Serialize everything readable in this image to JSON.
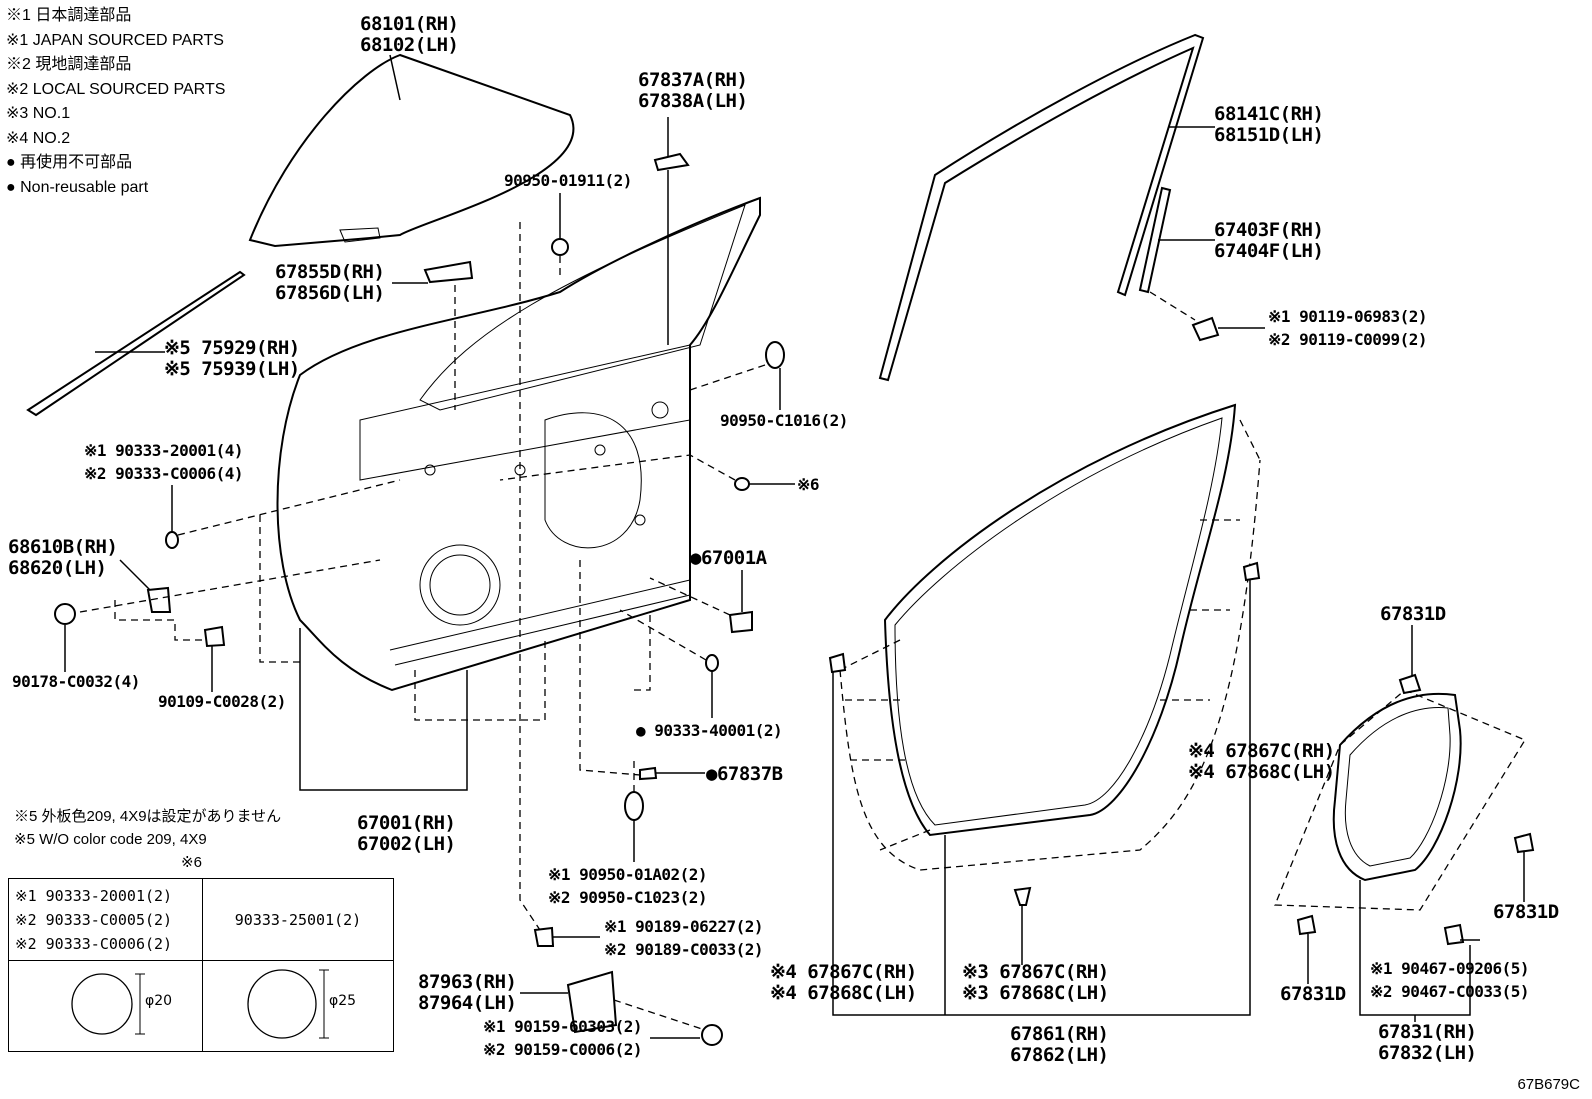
{
  "legend": [
    "※1 日本調達部品",
    "※1 JAPAN SOURCED PARTS",
    "※2 現地調達部品",
    "※2 LOCAL SOURCED PARTS",
    "※3 NO.1",
    "※4 NO.2",
    "● 再使用不可部品",
    "● Non-reusable part"
  ],
  "note5": [
    "※5 外板色209, 4X9は設定がありません",
    "※5 W/O color code 209, 4X9"
  ],
  "table6": {
    "title": "※6",
    "left_parts": [
      "※1 90333-20001(2)",
      "※2 90333-C0005(2)",
      "※2 90333-C0006(2)"
    ],
    "right_part": "90333-25001(2)",
    "left_dim": "φ20",
    "right_dim": "φ25"
  },
  "labels": {
    "p68101": [
      "68101(RH)",
      "68102(LH)"
    ],
    "p67837a": [
      "67837A(RH)",
      "67838A(LH)"
    ],
    "p90950_01911": "90950-01911(2)",
    "p67855d": [
      "67855D(RH)",
      "67856D(LH)"
    ],
    "p75929": [
      "※5 75929(RH)",
      "※5 75939(LH)"
    ],
    "p90950_c1016": "90950-C1016(2)",
    "p90333_20001": [
      "※1 90333-20001(4)",
      "※2 90333-C0006(4)"
    ],
    "p6": "※6",
    "p68610b": [
      "68610B(RH)",
      "68620(LH)"
    ],
    "p67001a": "●67001A",
    "p90178": "90178-C0032(4)",
    "p90109": "90109-C0028(2)",
    "p90333_40001": "● 90333-40001(2)",
    "p67837b": "●67837B",
    "p67001": [
      "67001(RH)",
      "67002(LH)"
    ],
    "p90950_01a02": [
      "※1 90950-01A02(2)",
      "※2 90950-C1023(2)"
    ],
    "p90189": [
      "※1 90189-06227(2)",
      "※2 90189-C0033(2)"
    ],
    "p87963": [
      "87963(RH)",
      "87964(LH)"
    ],
    "p90159": [
      "※1 90159-60303(2)",
      "※2 90159-C0006(2)"
    ],
    "p68141c": [
      "68141C(RH)",
      "68151D(LH)"
    ],
    "p67403f": [
      "67403F(RH)",
      "67404F(LH)"
    ],
    "p90119": [
      "※1 90119-06983(2)",
      "※2 90119-C0099(2)"
    ],
    "p67867c_r": [
      "※4 67867C(RH)",
      "※4 67868C(LH)"
    ],
    "p67867c_l": [
      "※4 67867C(RH)",
      "※4 67868C(LH)"
    ],
    "p67867c_3": [
      "※3 67867C(RH)",
      "※3 67868C(LH)"
    ],
    "p67861": [
      "67861(RH)",
      "67862(LH)"
    ],
    "p67831d_top": "67831D",
    "p67831d_right": "67831D",
    "p67831d_left": "67831D",
    "p90467": [
      "※1 90467-09206(5)",
      "※2 90467-C0033(5)"
    ],
    "p67831": [
      "67831(RH)",
      "67832(LH)"
    ]
  },
  "drawing_code": "67B679C"
}
